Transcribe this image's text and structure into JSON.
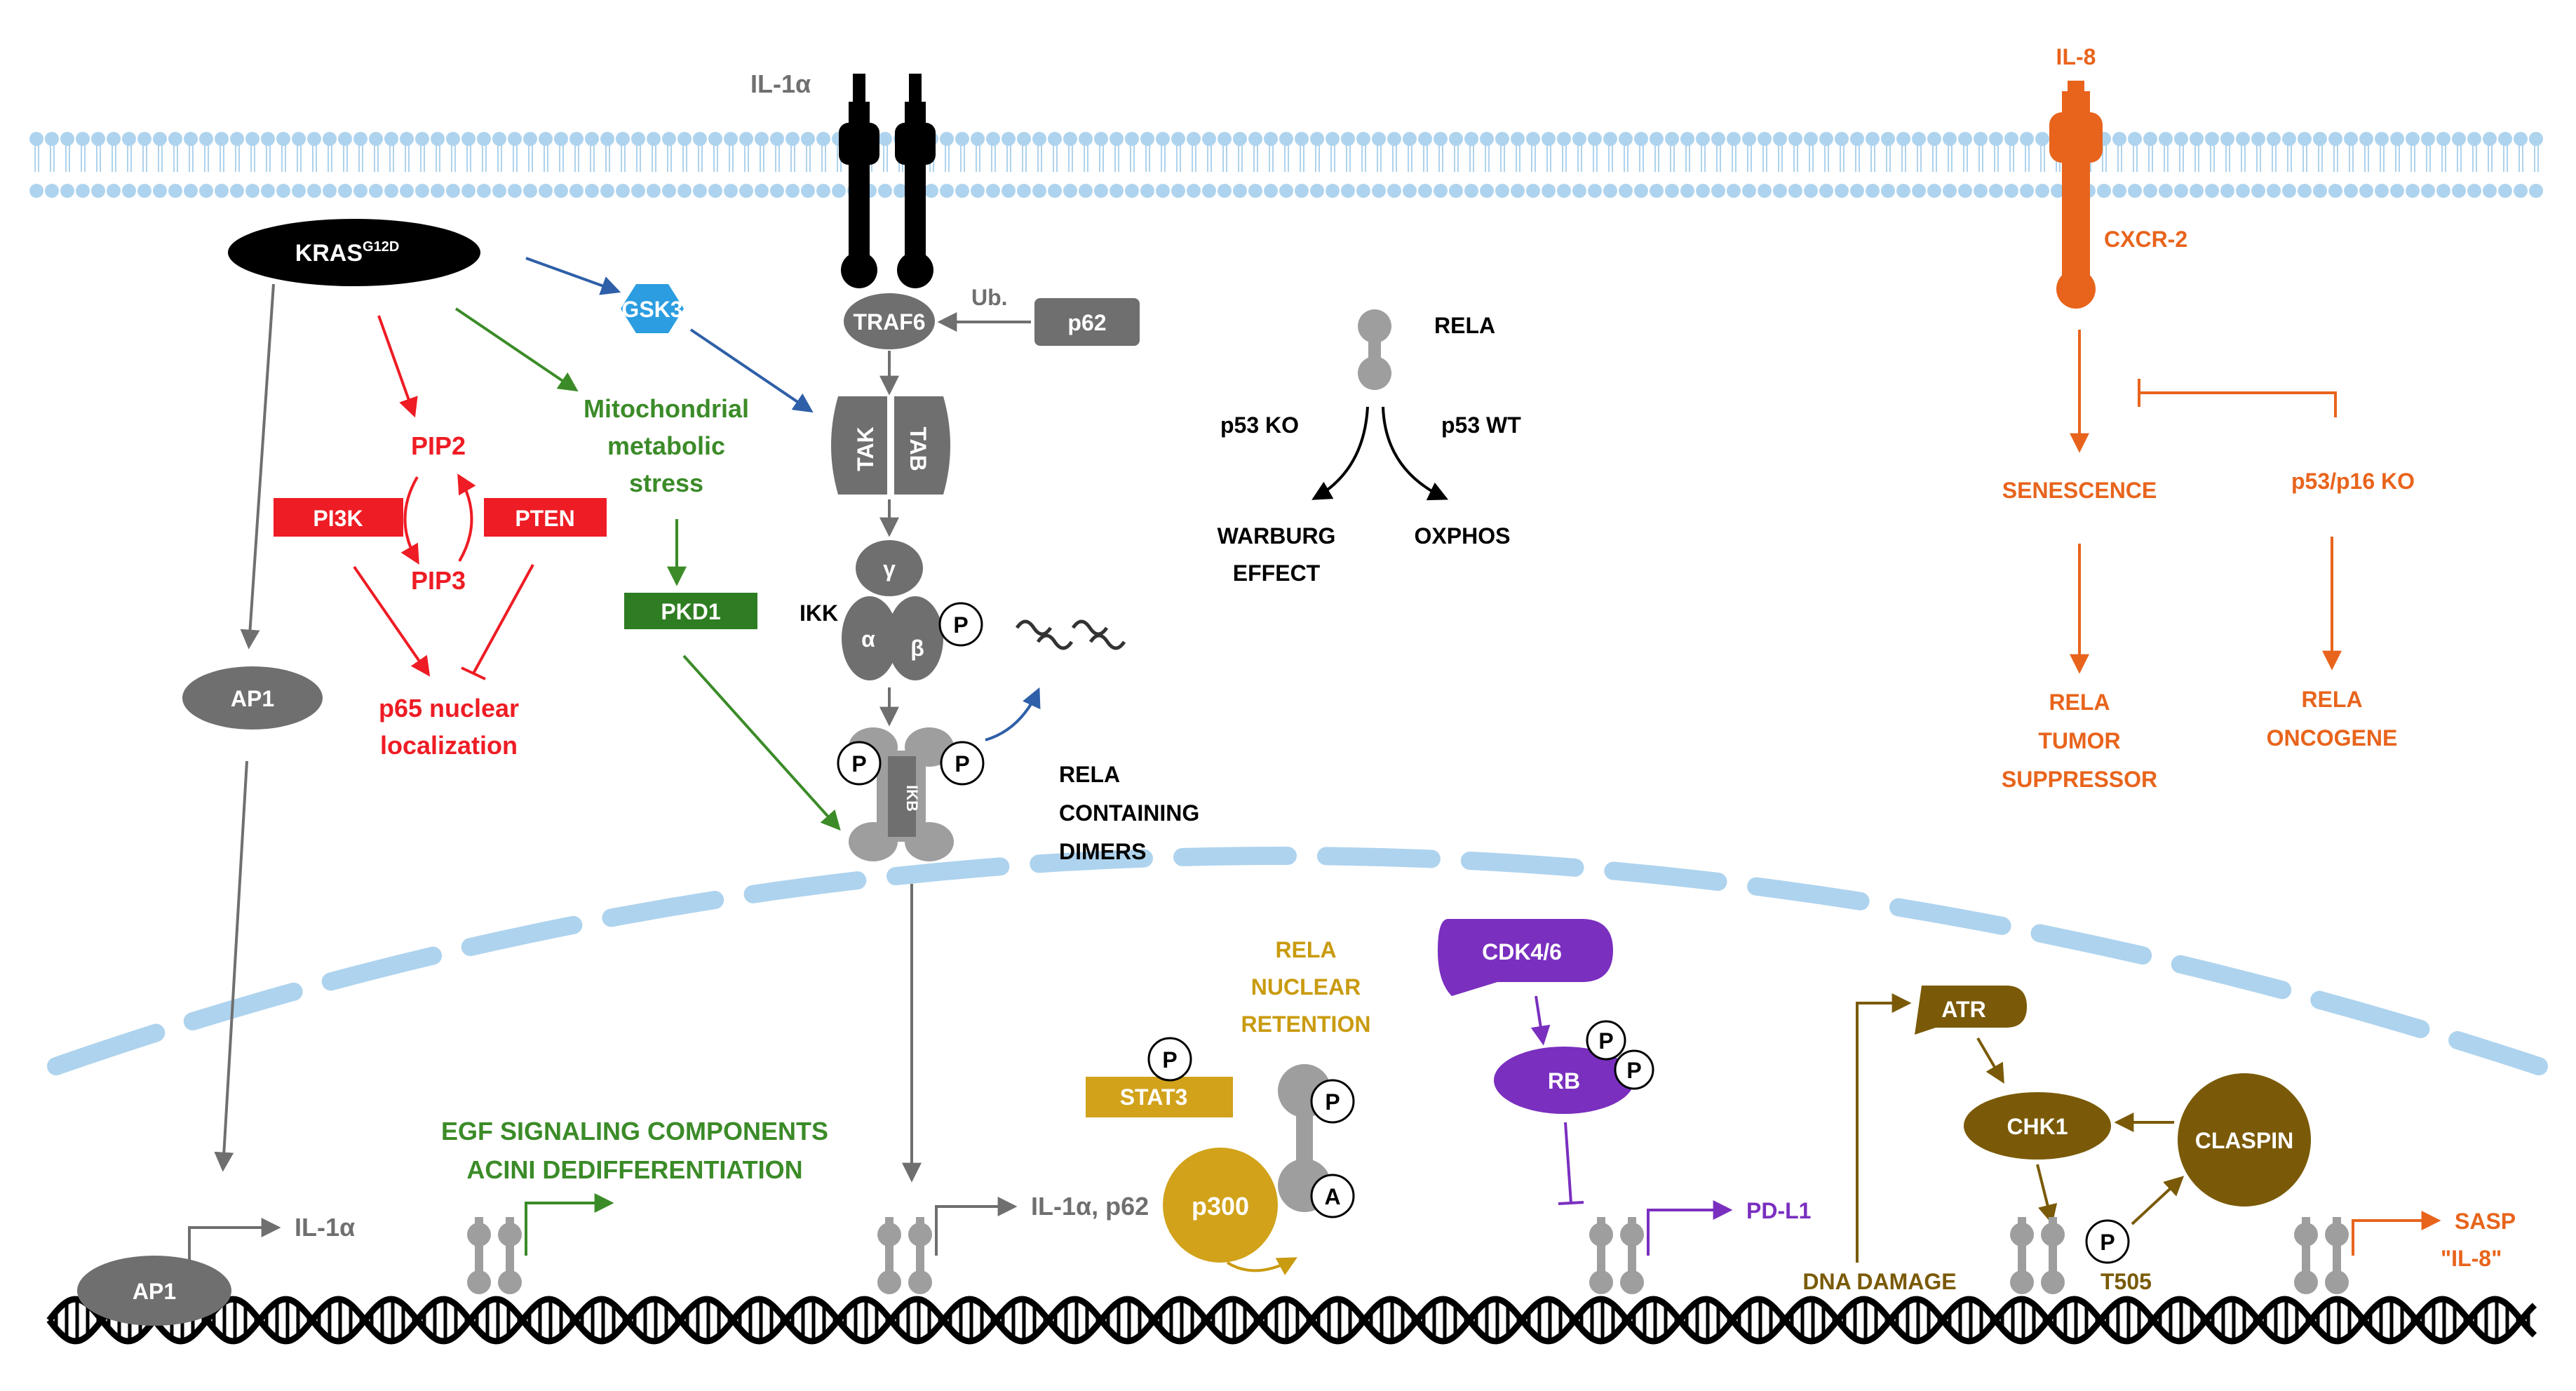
{
  "colors": {
    "membrane": "#aed3ee",
    "nucleus": "#aed3ee",
    "gray": "#6f6f6f",
    "light_gray": "#9e9e9e",
    "red": "#ee1c24",
    "green": "#3b8b28",
    "blue": "#2e5fa8",
    "purple": "#7a2fbf",
    "gold": "#c99b10",
    "brown": "#7a5a08",
    "orange": "#e8641c",
    "black": "#000000"
  },
  "labels": {
    "il1a_ligand": "IL-1α",
    "kras_base": "KRAS",
    "kras_sup": "G12D",
    "gsk3": "GSK3",
    "traf6": "TRAF6",
    "ub": "Ub.",
    "p62": "p62",
    "tak": "TAK",
    "tab": "TAB",
    "ikk": "IKK",
    "gamma": "γ",
    "alpha": "α",
    "beta": "β",
    "phospho": "P",
    "acetyl": "A",
    "ikb": "IKB",
    "rela_dimers": [
      "RELA",
      "CONTAINING",
      "DIMERS"
    ],
    "mito_stress": [
      "Mitochondrial",
      "metabolic",
      "stress"
    ],
    "pkd1": "PKD1",
    "pip2": "PIP2",
    "pip3": "PIP3",
    "pi3k": "PI3K",
    "pten": "PTEN",
    "p65_nuclear": [
      "p65 nuclear",
      "localization"
    ],
    "ap1": "AP1",
    "ap1_nuc": "AP1",
    "il1a_gene": "IL-1α",
    "egf": [
      "EGF SIGNALING COMPONENTS",
      "ACINI DEDIFFERENTIATION"
    ],
    "il1a_p62": "IL-1α, p62",
    "rela_top": "RELA",
    "p53ko": "p53 KO",
    "p53wt": "p53 WT",
    "warburg": [
      "WARBURG",
      "EFFECT"
    ],
    "oxphos": "OXPHOS",
    "rela_nuclear_retention": [
      "RELA",
      "NUCLEAR",
      "RETENTION"
    ],
    "stat3": "STAT3",
    "p300": "p300",
    "cdk46": "CDK4/6",
    "rb": "RB",
    "pdl1": "PD-L1",
    "atr": "ATR",
    "chk1": "CHK1",
    "claspin": "CLASPIN",
    "dna_damage": "DNA DAMAGE",
    "t505": "T505",
    "sasp": [
      "SASP",
      "\"IL-8\""
    ],
    "il8": "IL-8",
    "cxcr2": "CXCR-2",
    "senescence": "SENESCENCE",
    "p53p16ko": "p53/p16 KO",
    "rela_tumor_suppressor": [
      "RELA",
      "TUMOR",
      "SUPPRESSOR"
    ],
    "rela_oncogene": [
      "RELA",
      "ONCOGENE"
    ]
  }
}
